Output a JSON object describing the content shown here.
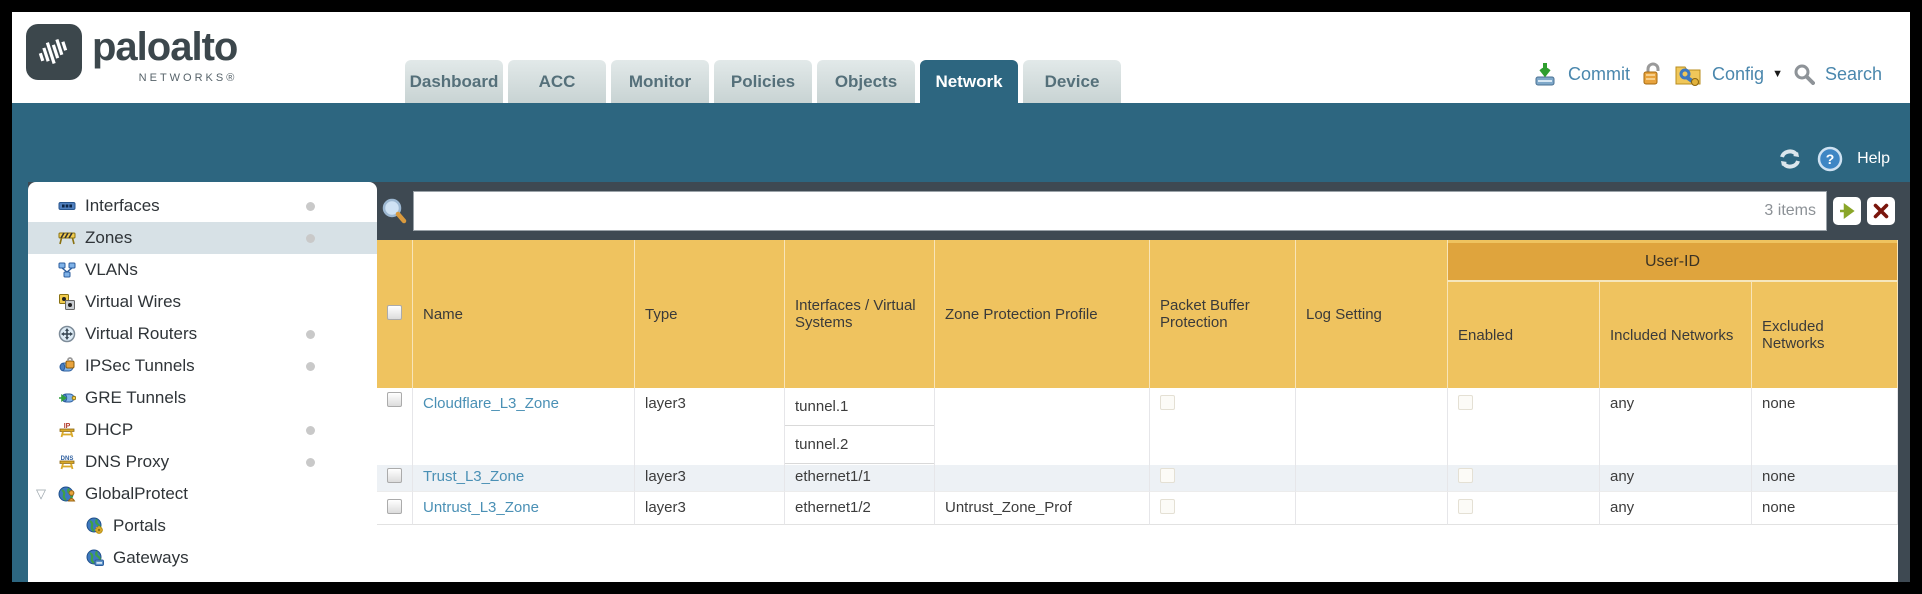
{
  "brand": {
    "name": "paloalto",
    "subtitle": "NETWORKS®"
  },
  "nav": {
    "tabs": [
      {
        "label": "Dashboard",
        "active": false
      },
      {
        "label": "ACC",
        "active": false
      },
      {
        "label": "Monitor",
        "active": false
      },
      {
        "label": "Policies",
        "active": false
      },
      {
        "label": "Objects",
        "active": false
      },
      {
        "label": "Network",
        "active": true
      },
      {
        "label": "Device",
        "active": false
      }
    ],
    "commit_label": "Commit",
    "config_label": "Config",
    "search_label": "Search"
  },
  "toolbar": {
    "help_label": "Help"
  },
  "sidebar": {
    "items": [
      {
        "label": "Interfaces",
        "icon": "interfaces-icon",
        "dot": true,
        "selected": false
      },
      {
        "label": "Zones",
        "icon": "zones-icon",
        "dot": true,
        "selected": true
      },
      {
        "label": "VLANs",
        "icon": "vlans-icon",
        "dot": false,
        "selected": false
      },
      {
        "label": "Virtual Wires",
        "icon": "virtual-wires-icon",
        "dot": false,
        "selected": false
      },
      {
        "label": "Virtual Routers",
        "icon": "virtual-routers-icon",
        "dot": true,
        "selected": false
      },
      {
        "label": "IPSec Tunnels",
        "icon": "ipsec-tunnels-icon",
        "dot": true,
        "selected": false
      },
      {
        "label": "GRE Tunnels",
        "icon": "gre-tunnels-icon",
        "dot": false,
        "selected": false
      },
      {
        "label": "DHCP",
        "icon": "dhcp-icon",
        "dot": true,
        "selected": false
      },
      {
        "label": "DNS Proxy",
        "icon": "dns-proxy-icon",
        "dot": true,
        "selected": false
      },
      {
        "label": "GlobalProtect",
        "icon": "globalprotect-icon",
        "dot": false,
        "selected": false,
        "expanded": true,
        "children": [
          {
            "label": "Portals",
            "icon": "portals-icon"
          },
          {
            "label": "Gateways",
            "icon": "gateways-icon"
          }
        ]
      }
    ]
  },
  "filter": {
    "count": "3 items",
    "value": ""
  },
  "table": {
    "group_header": "User-ID",
    "columns": {
      "name": "Name",
      "type": "Type",
      "interfaces": "Interfaces / Virtual Systems",
      "zone_protection_profile": "Zone Protection Profile",
      "packet_buffer_protection": "Packet Buffer Protection",
      "log_setting": "Log Setting",
      "enabled": "Enabled",
      "included_networks": "Included Networks",
      "excluded_networks": "Excluded Networks"
    },
    "rows": [
      {
        "name": "Cloudflare_L3_Zone",
        "type": "layer3",
        "interfaces": [
          "tunnel.1",
          "tunnel.2"
        ],
        "zone_protection_profile": "",
        "packet_buffer_protection": false,
        "log_setting": "",
        "user_id_enabled": false,
        "included_networks": "any",
        "excluded_networks": "none"
      },
      {
        "name": "Trust_L3_Zone",
        "type": "layer3",
        "interfaces": [
          "ethernet1/1"
        ],
        "zone_protection_profile": "",
        "packet_buffer_protection": false,
        "log_setting": "",
        "user_id_enabled": false,
        "included_networks": "any",
        "excluded_networks": "none"
      },
      {
        "name": "Untrust_L3_Zone",
        "type": "layer3",
        "interfaces": [
          "ethernet1/2"
        ],
        "zone_protection_profile": "Untrust_Zone_Prof",
        "packet_buffer_protection": false,
        "log_setting": "",
        "user_id_enabled": false,
        "included_networks": "any",
        "excluded_networks": "none"
      }
    ]
  },
  "colors": {
    "teal": "#2D6680",
    "header_orange": "#EFC35F",
    "user_id_band": "#DFA43D",
    "link_blue": "#4A90B5",
    "slate": "#3E4952"
  }
}
